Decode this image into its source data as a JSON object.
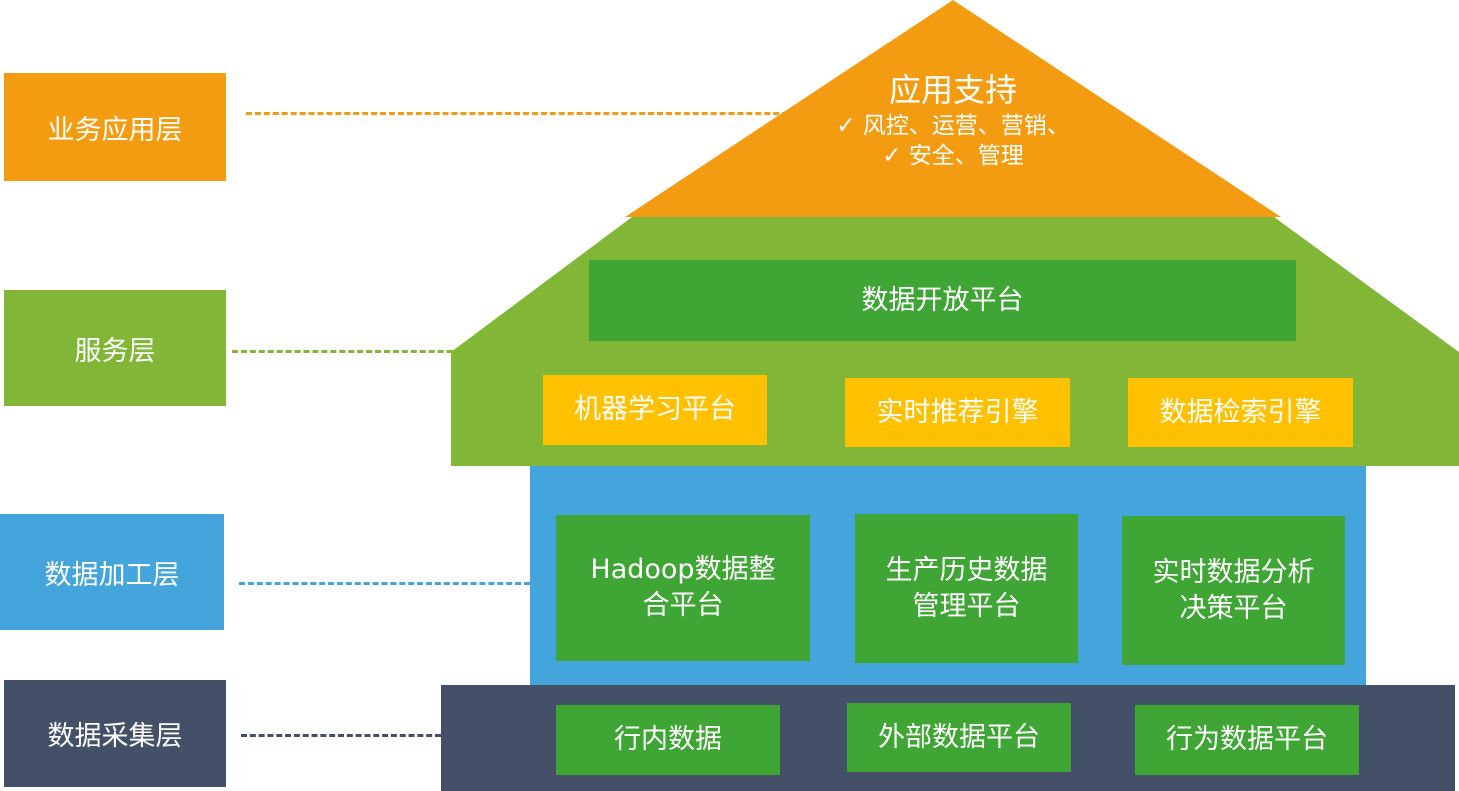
{
  "colors": {
    "orange": "#f39c12",
    "light_green": "#82b636",
    "dark_green": "#3fa535",
    "blue": "#44a4dc",
    "navy": "#435067",
    "yellow": "#ffc000"
  },
  "layers": {
    "business": "业务应用层",
    "service": "服务层",
    "processing": "数据加工层",
    "collection": "数据采集层"
  },
  "roof": {
    "title": "应用支持",
    "line1": "✓ 风控、运营、营销、",
    "line2": "✓ 安全、管理"
  },
  "service": {
    "open_platform": "数据开放平台",
    "items": [
      "机器学习平台",
      "实时推荐引擎",
      "数据检索引擎"
    ]
  },
  "processing": {
    "items": [
      [
        "Hadoop数据整",
        "合平台"
      ],
      [
        "生产历史数据",
        "管理平台"
      ],
      [
        "实时数据分析",
        "决策平台"
      ]
    ]
  },
  "collection": {
    "items": [
      "行内数据",
      "外部数据平台",
      "行为数据平台"
    ]
  }
}
